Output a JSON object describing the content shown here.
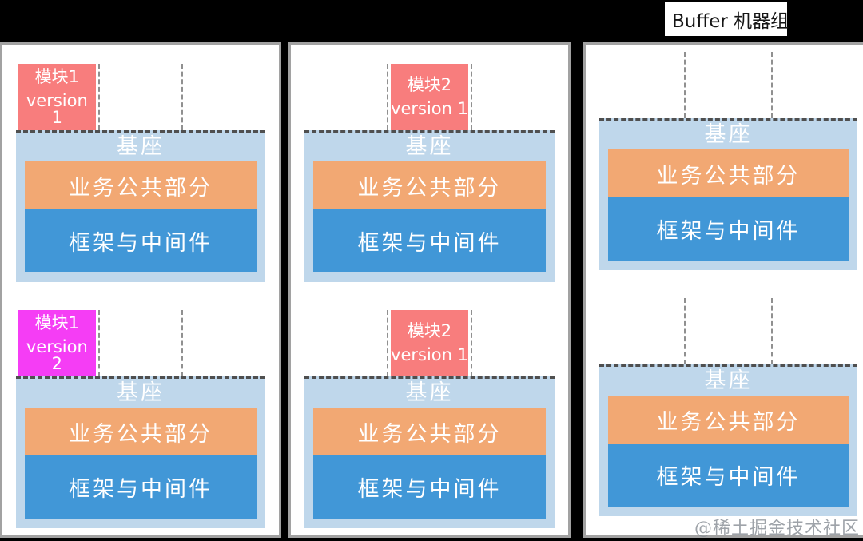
{
  "title_box": {
    "label": "Buffer 机器组"
  },
  "watermark": "@稀土掘金技术社区",
  "colors": {
    "background": "#000000",
    "panel_background": "#ffffff",
    "panel_border": "#a2a2a2",
    "base_background": "#bfd7eb",
    "business_layer": "#f2a873",
    "framework_layer": "#4197d7",
    "module_red": "#f87d7d",
    "module_magenta": "#f53df5",
    "slot_dash": "#909090"
  },
  "base_template": {
    "label": "基座",
    "layers": [
      {
        "name": "business-common",
        "label": "业务公共部分",
        "color": "#f2a873"
      },
      {
        "name": "framework-middleware",
        "label": "框架与中间件",
        "color": "#4197d7"
      }
    ]
  },
  "machine_groups": [
    {
      "stacks": [
        {
          "module": {
            "title": "模块1",
            "version": "version 1",
            "color": "#f87d7d",
            "slot": 0
          }
        },
        {
          "module": {
            "title": "模块1",
            "version": "version 2",
            "color": "#f53df5",
            "slot": 0
          }
        }
      ]
    },
    {
      "stacks": [
        {
          "module": {
            "title": "模块2",
            "version": "version 1",
            "color": "#f87d7d",
            "slot": 1
          }
        },
        {
          "module": {
            "title": "模块2",
            "version": "version 1",
            "color": "#f87d7d",
            "slot": 1
          }
        }
      ]
    },
    {
      "label": "Buffer 机器组",
      "stacks": [
        {
          "module": null
        },
        {
          "module": null
        }
      ]
    }
  ]
}
